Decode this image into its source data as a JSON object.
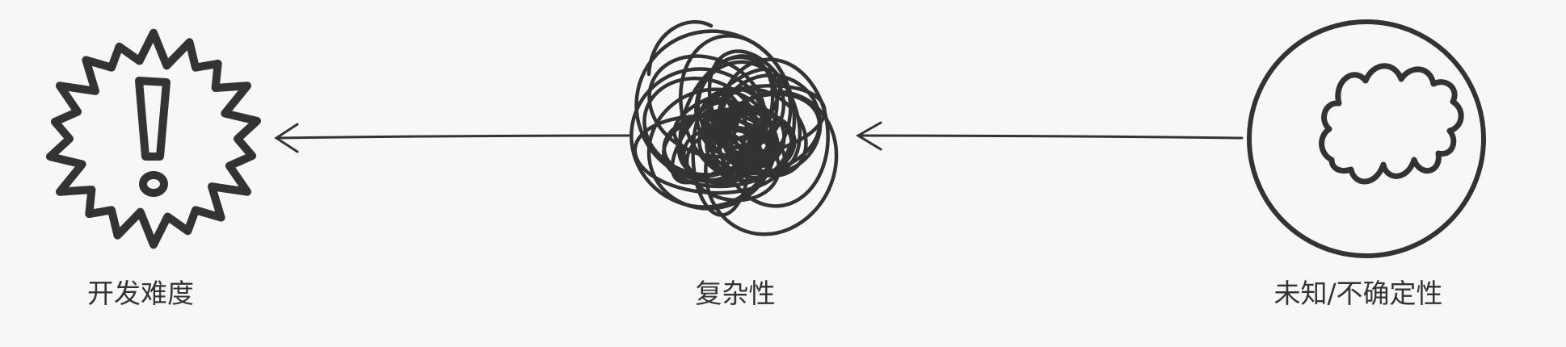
{
  "diagram": {
    "nodes": [
      {
        "id": "difficulty",
        "label": "开发难度",
        "icon": "exclamation-burst-icon"
      },
      {
        "id": "complexity",
        "label": "复杂性",
        "icon": "tangled-scribble-icon"
      },
      {
        "id": "uncertainty",
        "label": "未知/不确定性",
        "icon": "cloud-in-circle-icon"
      }
    ],
    "edges": [
      {
        "from": "uncertainty",
        "to": "complexity"
      },
      {
        "from": "complexity",
        "to": "difficulty"
      }
    ],
    "colors": {
      "ink": "#333333",
      "background": "#f7f7f7"
    }
  }
}
